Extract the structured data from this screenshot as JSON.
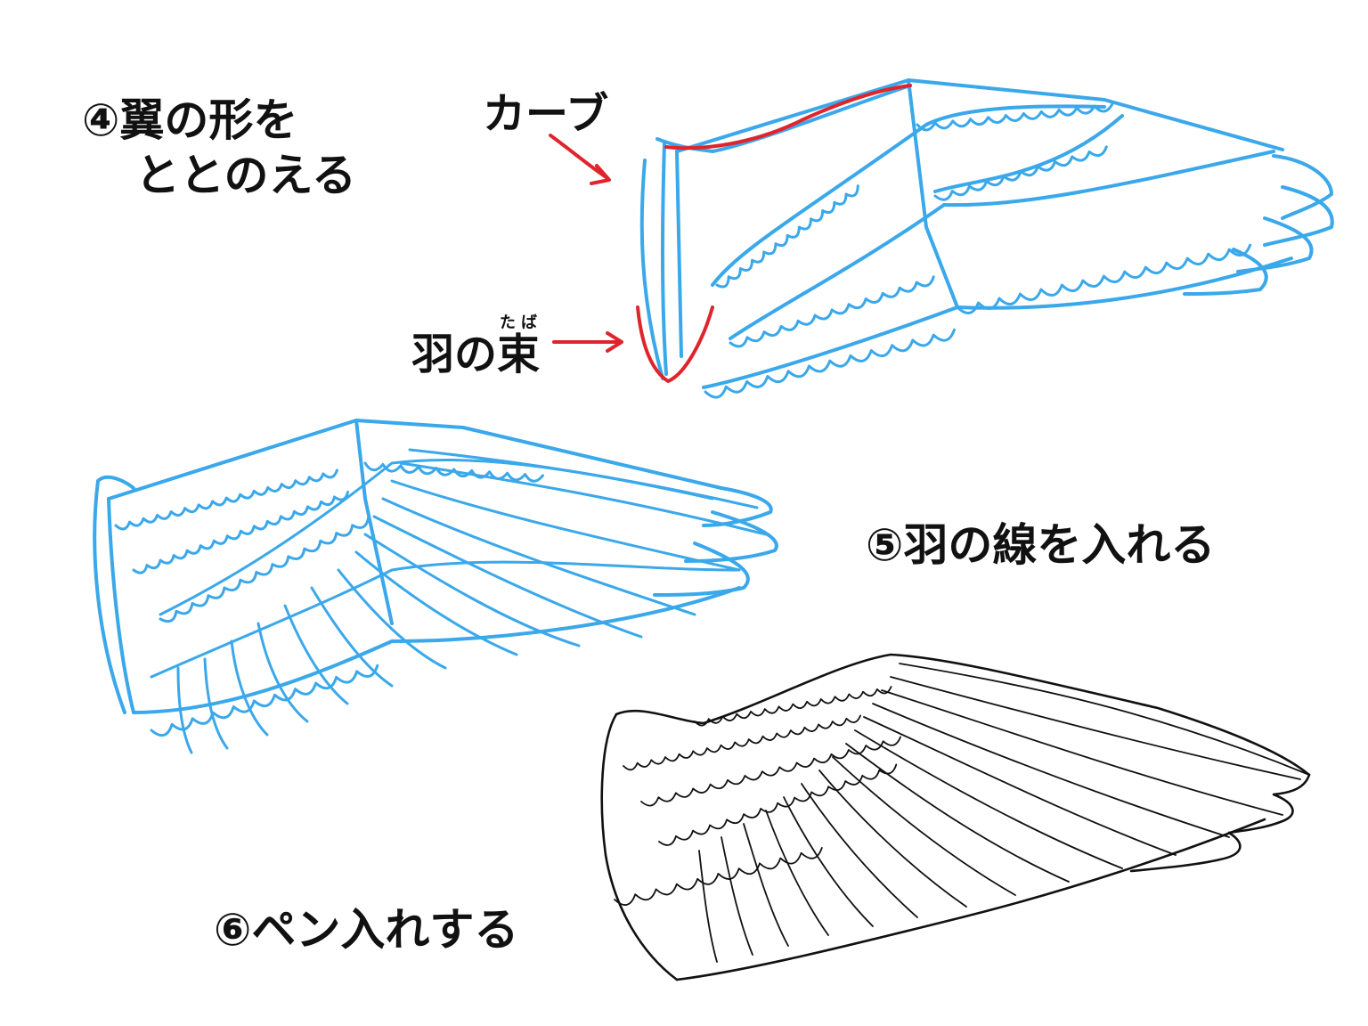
{
  "labels": {
    "step4_line1": "④翼の形を",
    "step4_line2": "ととのえる",
    "curve": "カーブ",
    "bundle_base": "羽の束",
    "bundle_kanji": "束",
    "bundle_prefix": "羽の",
    "bundle_ruby": "たば",
    "step5": "⑤羽の線を入れる",
    "step6": "⑥ペン入れする"
  },
  "colors": {
    "sketch_blue": "#3aa8ea",
    "annotation_red": "#e0242c",
    "ink_black": "#111111"
  }
}
